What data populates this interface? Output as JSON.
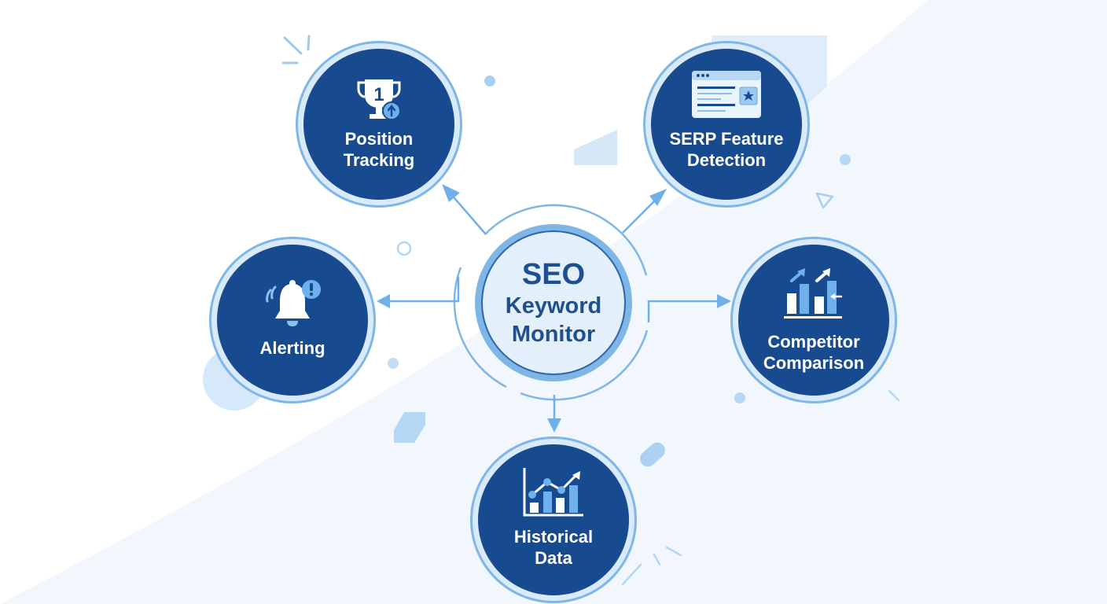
{
  "diagram": {
    "title": "SEO Keyword Monitor",
    "center": {
      "line1": "SEO",
      "line2": "Keyword",
      "line3": "Monitor"
    },
    "nodes": [
      {
        "id": "position-tracking",
        "line1": "Position",
        "line2": "Tracking",
        "icon": "trophy-rank-up-icon",
        "rank_number": "1"
      },
      {
        "id": "serp-feature-detection",
        "line1": "SERP Feature",
        "line2": "Detection",
        "icon": "browser-window-star-icon"
      },
      {
        "id": "alerting",
        "line1": "Alerting",
        "line2": "",
        "icon": "bell-alert-icon"
      },
      {
        "id": "competitor-comparison",
        "line1": "Competitor",
        "line2": "Comparison",
        "icon": "bar-chart-compare-icon"
      },
      {
        "id": "historical-data",
        "line1": "Historical",
        "line2": "Data",
        "icon": "line-bar-chart-trend-icon"
      }
    ],
    "edges": [
      {
        "from": "SEO Keyword Monitor",
        "to": "Position Tracking"
      },
      {
        "from": "SEO Keyword Monitor",
        "to": "SERP Feature Detection"
      },
      {
        "from": "SEO Keyword Monitor",
        "to": "Alerting"
      },
      {
        "from": "SEO Keyword Monitor",
        "to": "Competitor Comparison"
      },
      {
        "from": "SEO Keyword Monitor",
        "to": "Historical Data"
      }
    ]
  },
  "colors": {
    "node_fill": "#174a8f",
    "node_ring": "#7fb6e6",
    "node_ring_inner": "#d9ebfa",
    "center_fill": "#e3f0fc",
    "center_text": "#1d4f91",
    "arrow": "#6fb0ea",
    "accent_light": "#b3d6f5",
    "background": "#ffffff",
    "background_band": "#f1f7fd"
  }
}
